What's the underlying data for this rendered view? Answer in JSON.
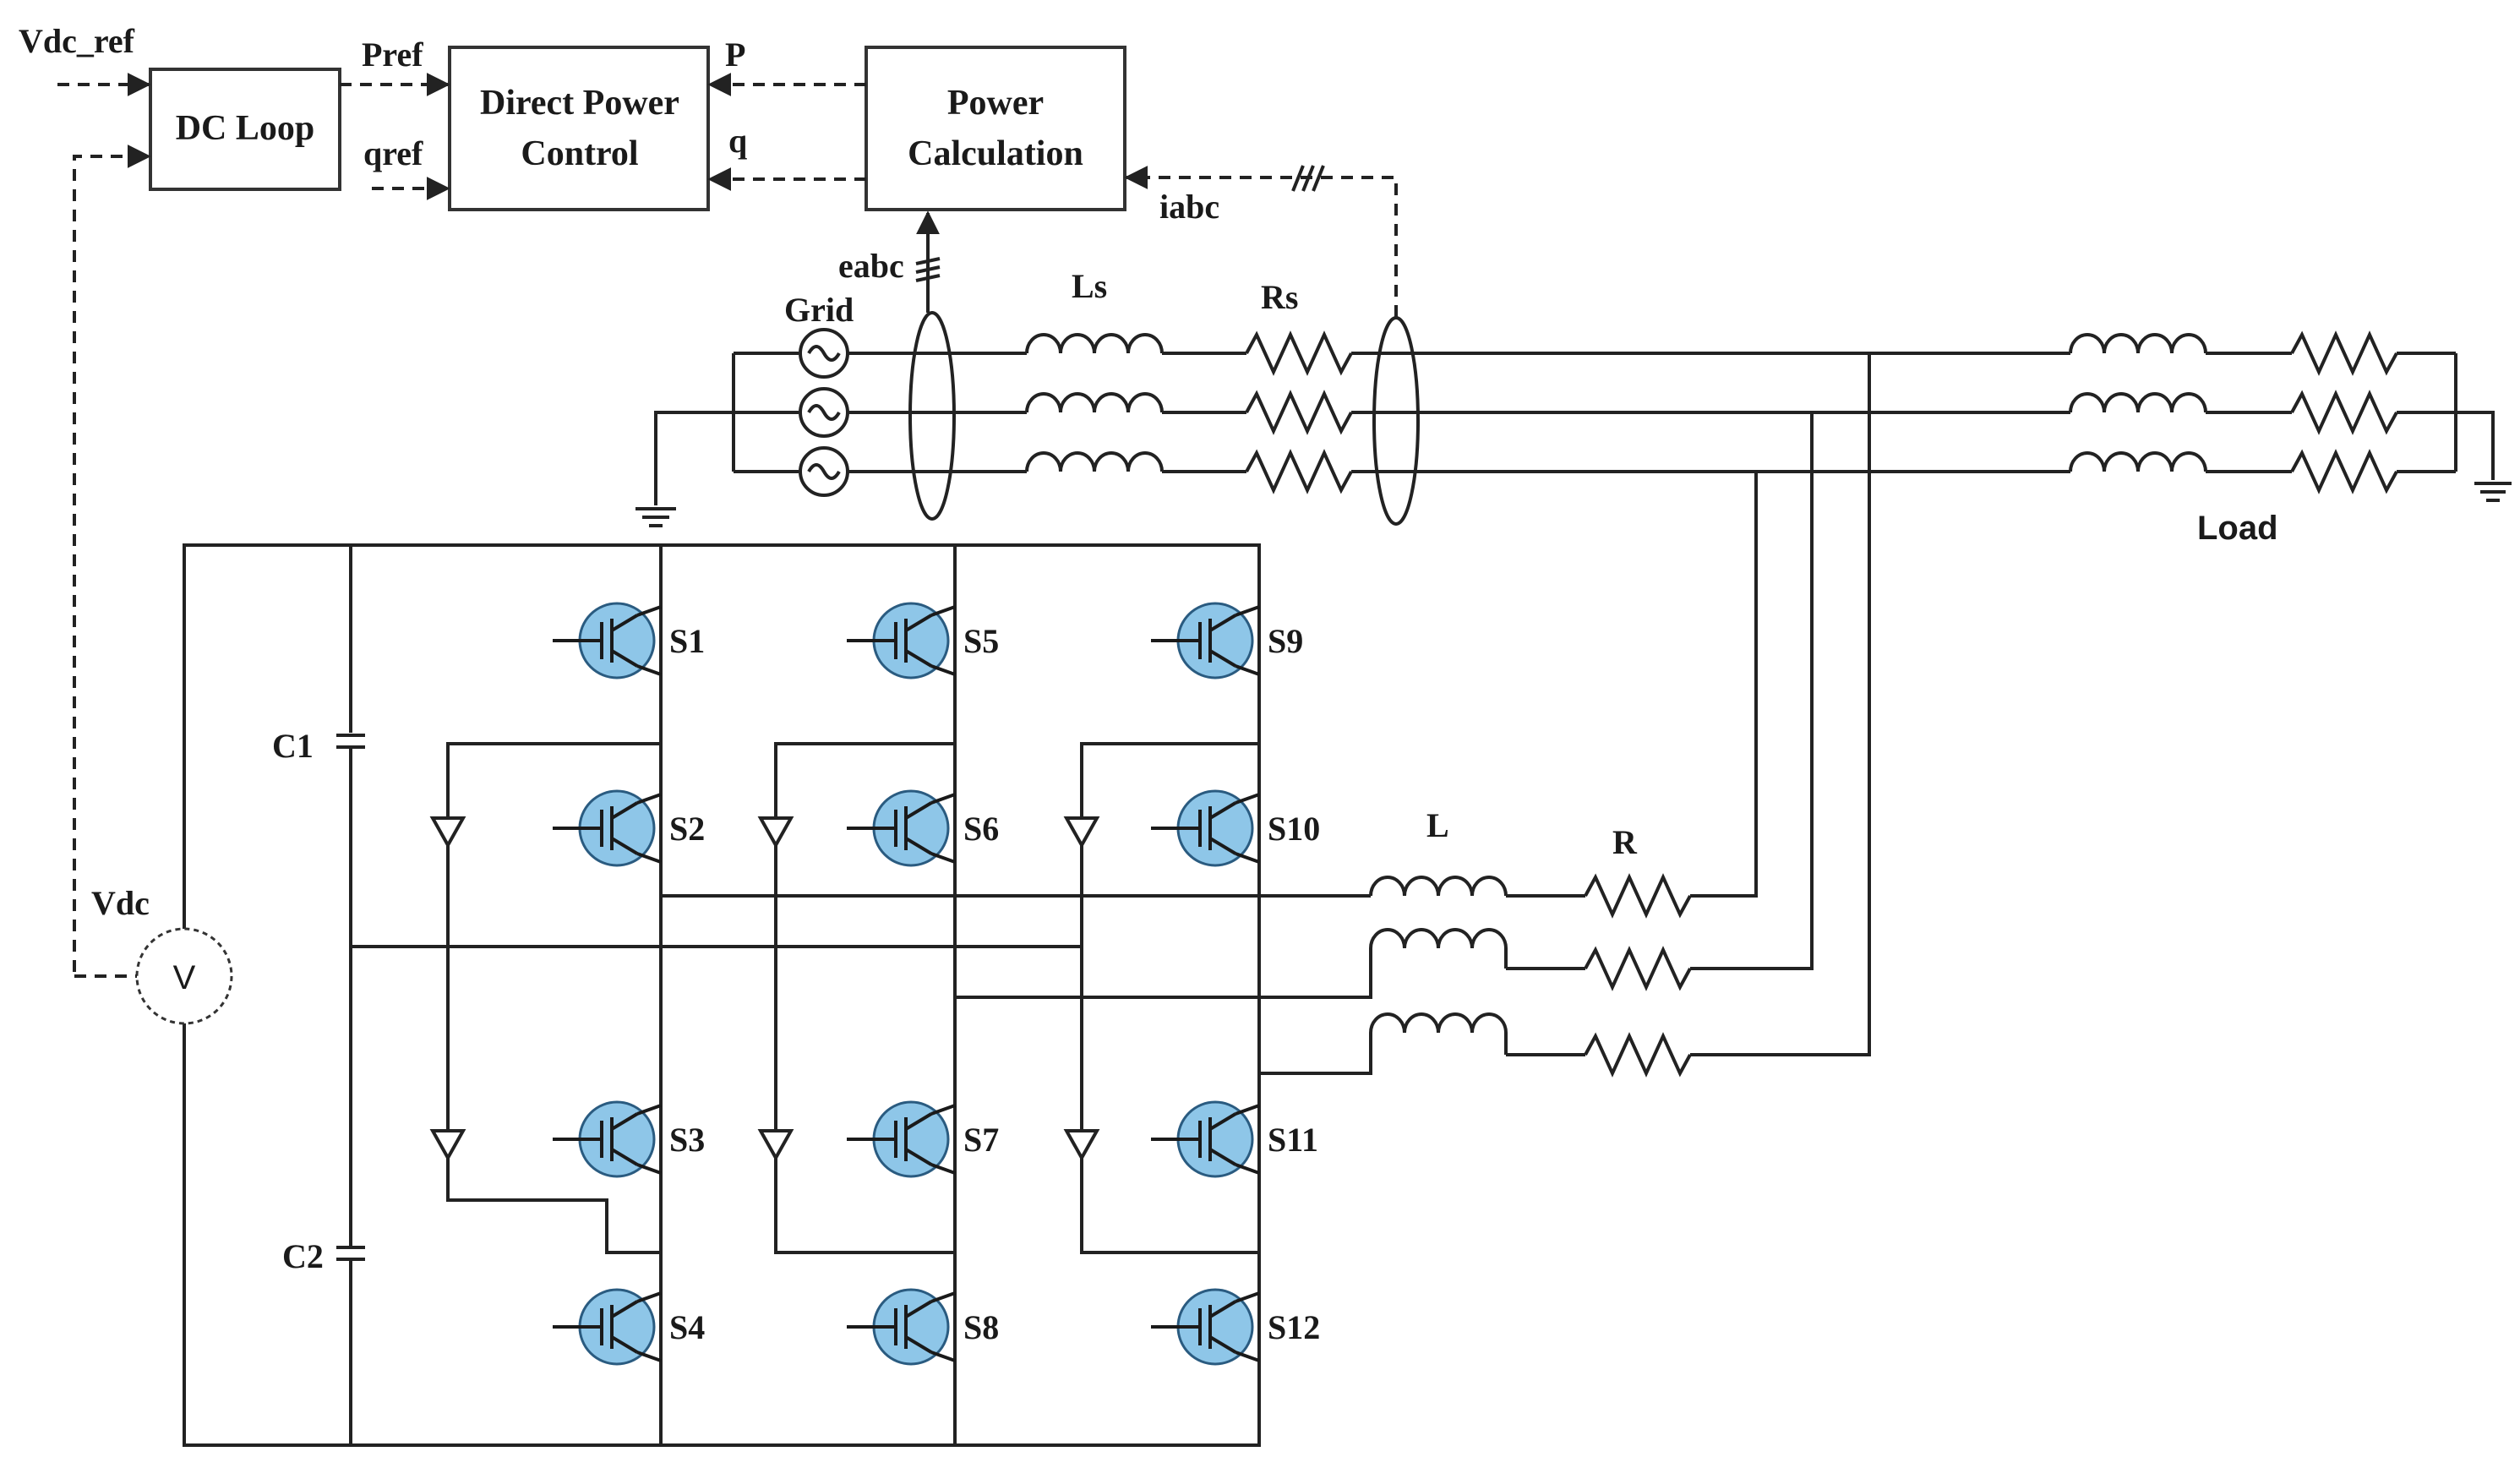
{
  "blocks": {
    "dc_loop": "DC Loop",
    "dpc_line1": "Direct Power",
    "dpc_line2": "Control",
    "pc_line1": "Power",
    "pc_line2": "Calculation"
  },
  "signals": {
    "vdc_ref": "Vdc_ref",
    "pref": "Pref",
    "qref": "qref",
    "p": "P",
    "q": "q",
    "iabc": "iabc",
    "eabc": "eabc",
    "vdc": "Vdc"
  },
  "components": {
    "grid": "Grid",
    "ls": "Ls",
    "rs": "Rs",
    "load": "Load",
    "l": "L",
    "r": "R",
    "c1": "C1",
    "c2": "C2",
    "voltmeter": "V"
  },
  "switches": [
    "S1",
    "S2",
    "S3",
    "S4",
    "S5",
    "S6",
    "S7",
    "S8",
    "S9",
    "S10",
    "S11",
    "S12"
  ],
  "colors": {
    "switch_fill": "#8ec6e8",
    "line": "#222222"
  }
}
